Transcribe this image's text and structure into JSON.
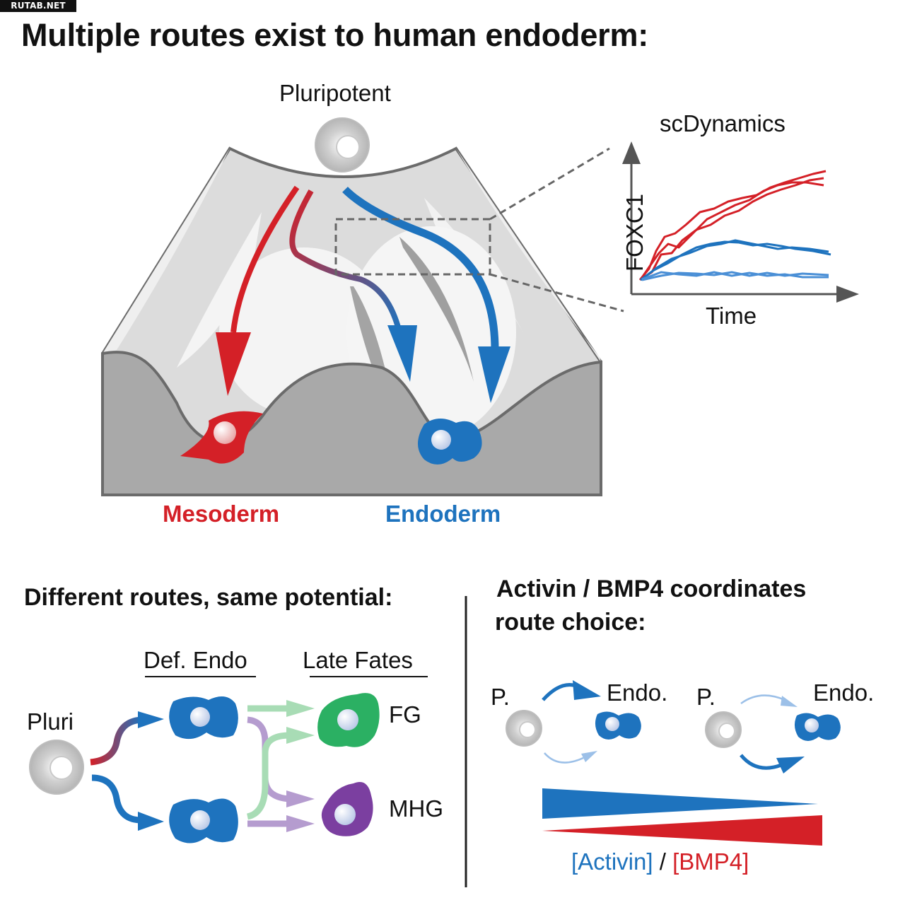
{
  "watermark": "RUTAB.NET",
  "title": "Multiple routes exist to human endoderm:",
  "landscape": {
    "start_label": "Pluripotent",
    "fate_left": "Mesoderm",
    "fate_right": "Endoderm",
    "colors": {
      "mesoderm": "#d42027",
      "endoderm": "#1e73be",
      "surface": "#d9d9d9",
      "base": "#a7a7a7"
    }
  },
  "scdynamics": {
    "title": "scDynamics",
    "ylabel": "FOXC1",
    "xlabel": "Time"
  },
  "bottom_left": {
    "title": "Different routes, same potential:",
    "col_def_endo": "Def. Endo",
    "col_late_fates": "Late Fates",
    "start_label": "Pluri",
    "fate_fg": "FG",
    "fate_mhg": "MHG",
    "colors": {
      "fg": "#2bb063",
      "mhg": "#7b3fa0"
    }
  },
  "bottom_right": {
    "title_line1": "Activin / BMP4 coordinates",
    "title_line2": "route choice:",
    "p_label_1": "P.",
    "endo_label_1": "Endo.",
    "p_label_2": "P.",
    "endo_label_2": "Endo.",
    "gradient_activin": "[Activin]",
    "gradient_sep": " / ",
    "gradient_bmp4": "[BMP4]"
  }
}
